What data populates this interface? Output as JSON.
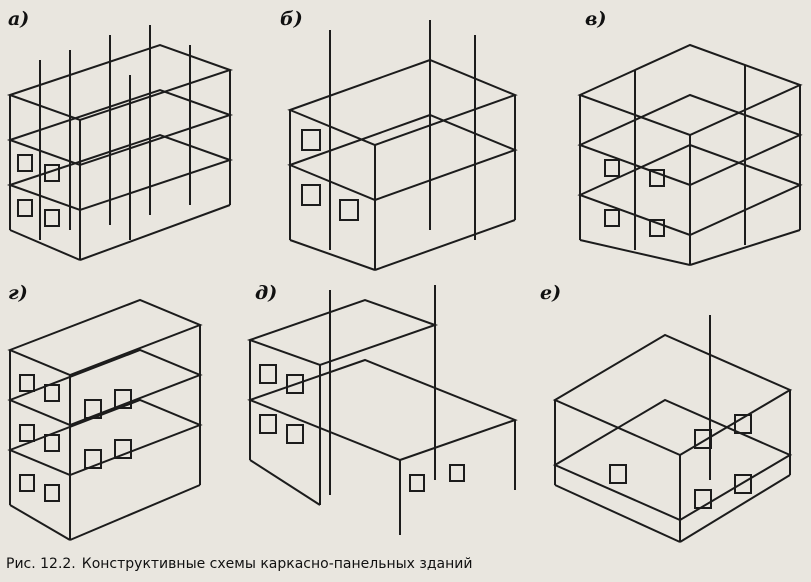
{
  "figure": {
    "labels": [
      "а)",
      "б)",
      "в)",
      "г)",
      "д)",
      "е)"
    ],
    "caption_number": "Рис. 12.2.",
    "caption_text": "Конструктивные схемы каркасно-панельных зданий"
  },
  "colors": {
    "ink": "#1c1c1c",
    "paper": "#e9e6df"
  }
}
